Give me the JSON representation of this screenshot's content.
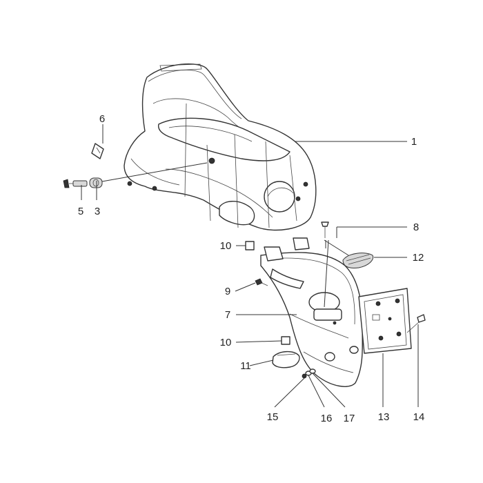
{
  "diagram": {
    "callouts": [
      {
        "id": "1",
        "text": "1"
      },
      {
        "id": "3",
        "text": "3"
      },
      {
        "id": "5",
        "text": "5"
      },
      {
        "id": "6",
        "text": "6"
      },
      {
        "id": "7",
        "text": "7"
      },
      {
        "id": "8",
        "text": "8"
      },
      {
        "id": "9",
        "text": "9"
      },
      {
        "id": "10a",
        "text": "10"
      },
      {
        "id": "10b",
        "text": "10"
      },
      {
        "id": "11",
        "text": "11"
      },
      {
        "id": "12",
        "text": "12"
      },
      {
        "id": "13",
        "text": "13"
      },
      {
        "id": "14",
        "text": "14"
      },
      {
        "id": "15",
        "text": "15"
      },
      {
        "id": "16",
        "text": "16"
      },
      {
        "id": "17",
        "text": "17"
      }
    ]
  }
}
